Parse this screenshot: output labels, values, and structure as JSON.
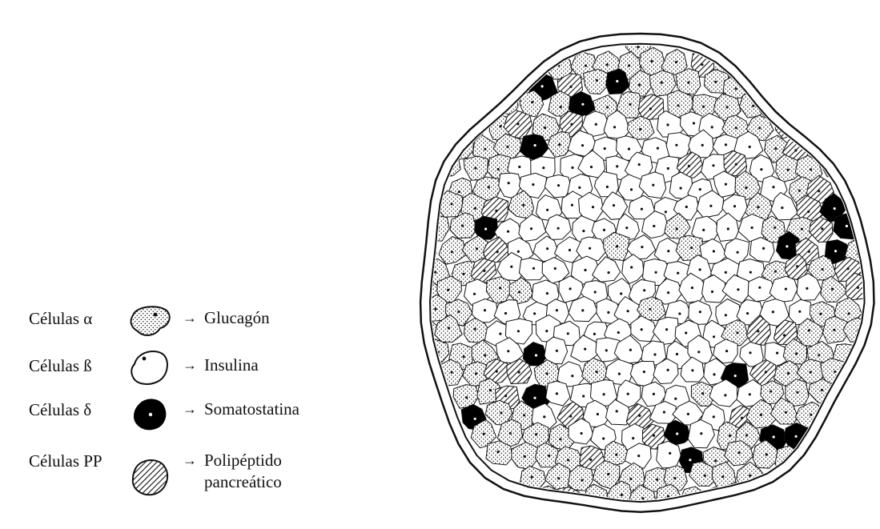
{
  "legend": [
    {
      "cell": "Células α",
      "hormone": "Glucagón",
      "hormone_line2": "",
      "kind": "alpha"
    },
    {
      "cell": "Células ß",
      "hormone": "Insulina",
      "hormone_line2": "",
      "kind": "beta"
    },
    {
      "cell": "Células δ",
      "hormone": "Somatostatina",
      "hormone_line2": "",
      "kind": "delta"
    },
    {
      "cell": "Células PP",
      "hormone": "Polipéptido",
      "hormone_line2": "pancreático",
      "kind": "pp"
    }
  ],
  "arrow_symbol": "→",
  "islet": {
    "kinds": [
      "alpha",
      "beta",
      "delta",
      "pp"
    ]
  }
}
